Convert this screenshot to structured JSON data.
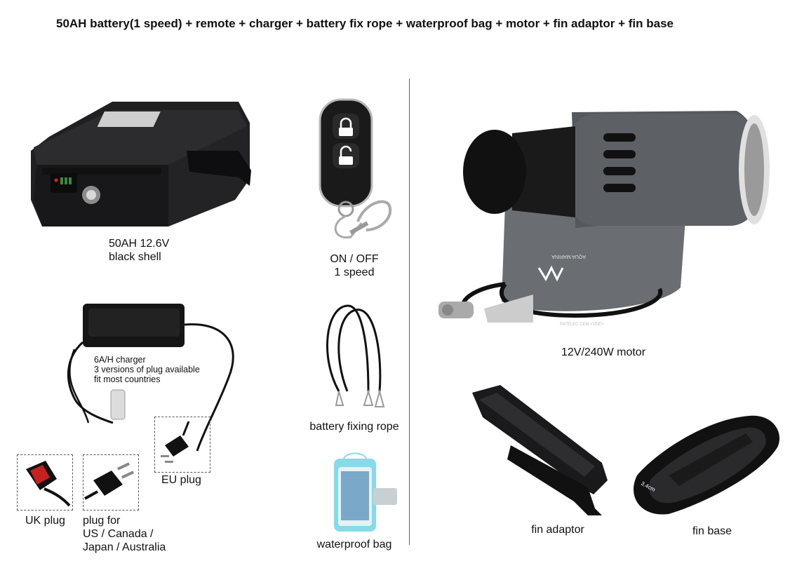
{
  "title": "50AH battery(1 speed) + remote + charger + battery fix rope + waterproof bag + motor + fin adaptor + fin base",
  "battery": {
    "line1": "50AH 12.6V",
    "line2": "black shell"
  },
  "remote": {
    "line1": "ON / OFF",
    "line2": "1 speed"
  },
  "charger": {
    "line1": "6A/H charger",
    "line2": "3 versions of plug available",
    "line3": "fit most countries"
  },
  "plugs": {
    "uk": "UK plug",
    "us_line1": "plug for",
    "us_line2": "US / Canada /",
    "us_line3": "Japan / Australia",
    "eu": "EU plug"
  },
  "rope": "battery fixing rope",
  "bag": "waterproof bag",
  "motor": {
    "label": "12V/240W motor",
    "brand_mark": "AQUA MARINA",
    "cable_text": "PATELEC  CEM  <VDE>"
  },
  "fin_adaptor": "fin adaptor",
  "fin_base": {
    "label": "fin base",
    "dimension": "3.4cm"
  },
  "colors": {
    "case": "#1c1c1e",
    "motor": "#5a5d62",
    "bag": "#7fd6e4",
    "text": "#111111"
  }
}
